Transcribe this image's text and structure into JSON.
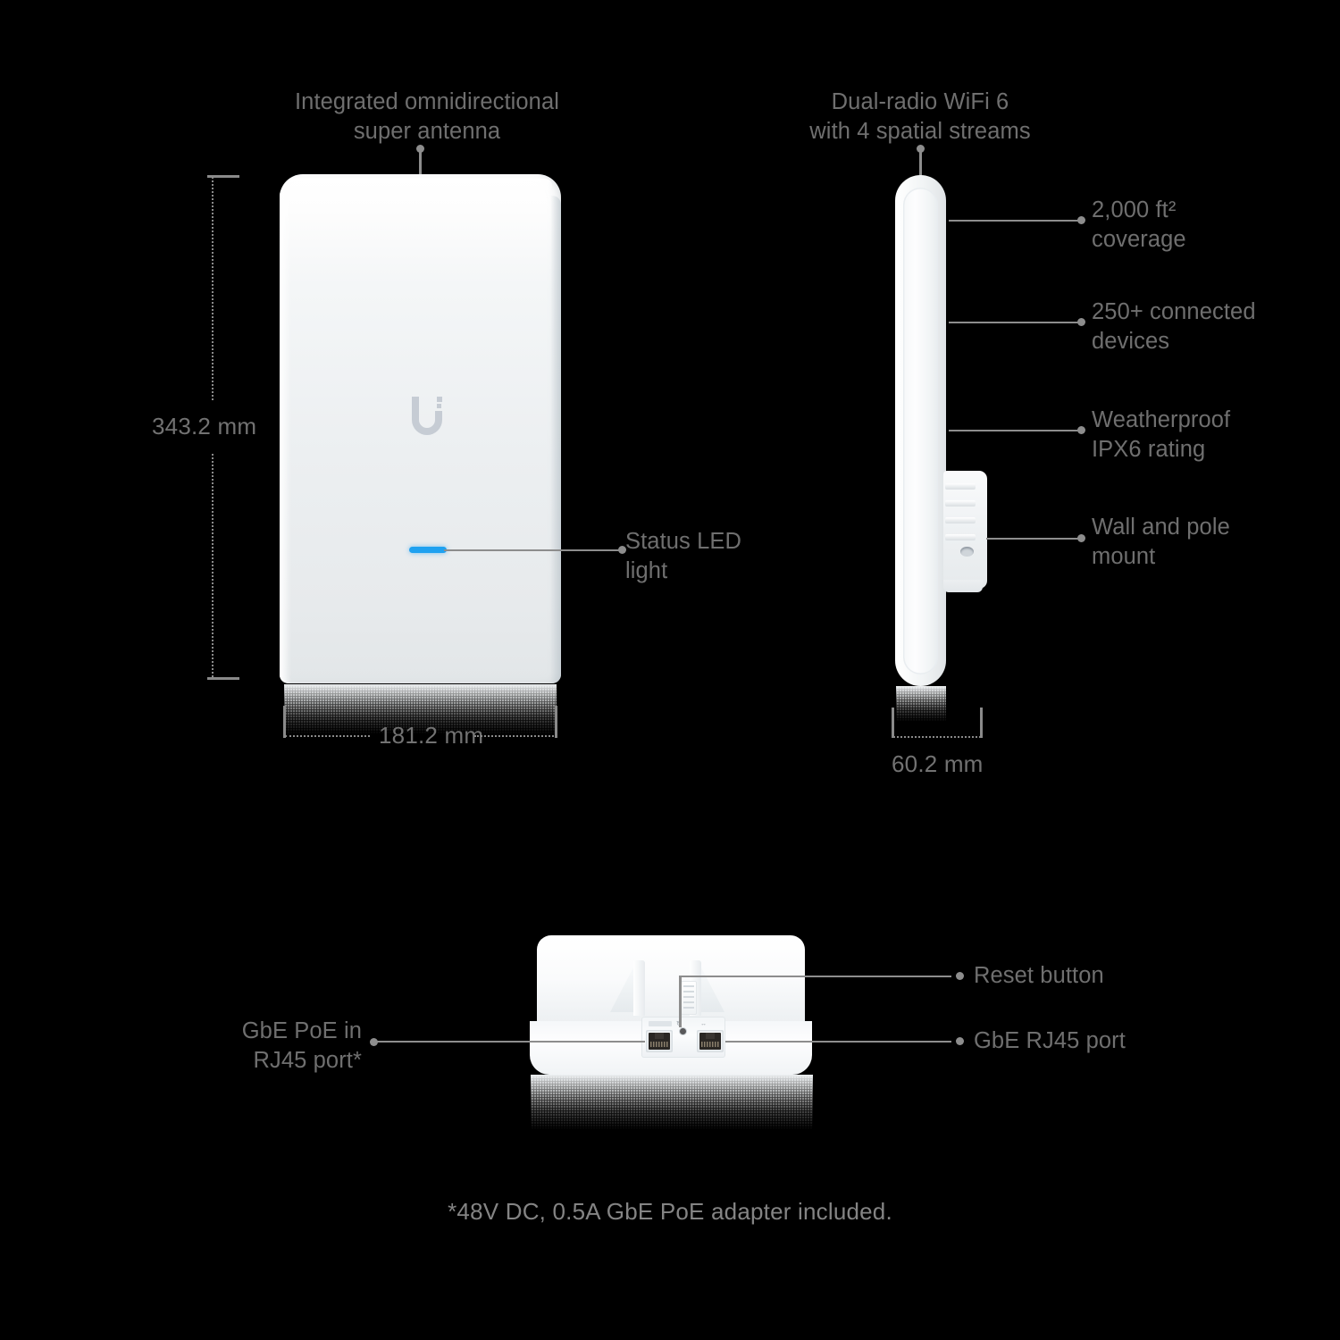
{
  "diagram": {
    "background_color": "#000000",
    "text_color": "#6f6f6f",
    "led_color": "#1fa1f0",
    "device_color": "#eceff1"
  },
  "callouts": {
    "antenna": "Integrated omnidirectional\nsuper antenna",
    "radio": "Dual-radio WiFi 6\nwith 4 spatial streams",
    "coverage": "2,000 ft²\ncoverage",
    "devices": "250+ connected\ndevices",
    "weatherproof": "Weatherproof\nIPX6 rating",
    "mount": "Wall and pole\nmount",
    "status_led": "Status LED\nlight",
    "poe_in": "GbE PoE in\nRJ45 port*",
    "reset_button": "Reset button",
    "rj45_port": "GbE RJ45 port"
  },
  "dimensions": {
    "height": "343.2 mm",
    "width": "181.2 mm",
    "depth": "60.2 mm"
  },
  "footnote": "*48V DC, 0.5A GbE PoE adapter included."
}
